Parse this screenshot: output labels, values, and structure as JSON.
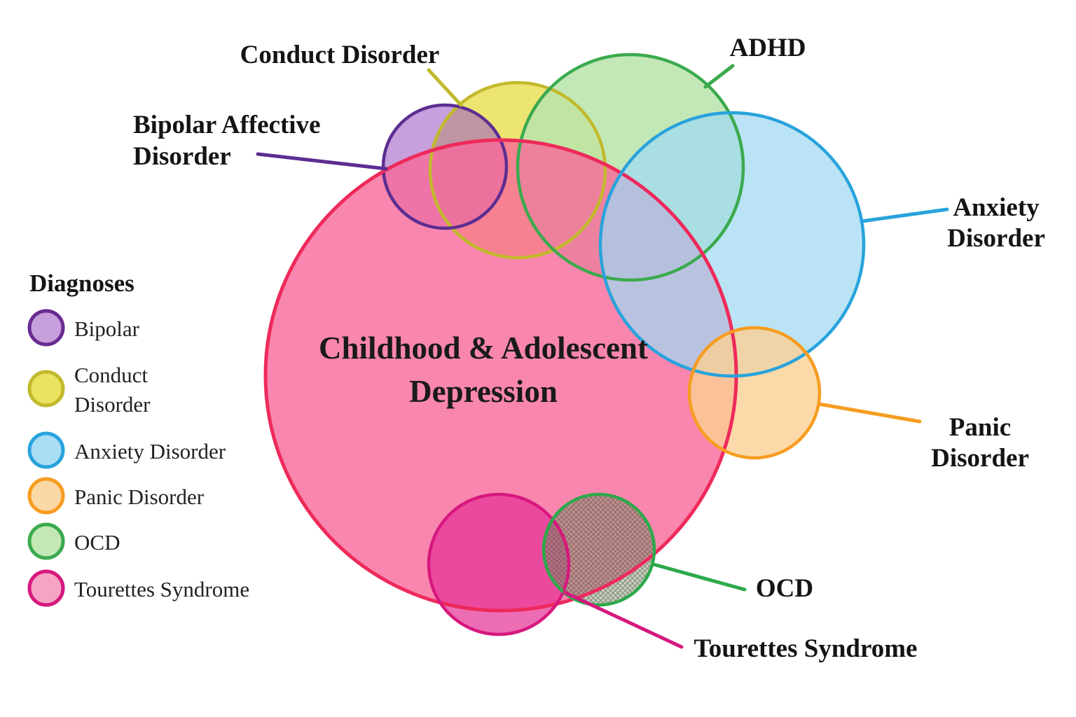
{
  "title": {
    "line1": "Childhood & Adolescent",
    "line2": "Depression"
  },
  "circles": {
    "depression": {
      "name": "Childhood & Adolescent Depression",
      "fill": "#F7689A",
      "stroke": "#EE2A5B"
    },
    "bipolar": {
      "name": "Bipolar Affective Disorder",
      "fill": "#A05FC4",
      "stroke": "#5C2D91"
    },
    "conduct": {
      "name": "Conduct Disorder",
      "fill": "#E8DF4E",
      "stroke": "#C2B92C"
    },
    "adhd": {
      "name": "ADHD",
      "fill": "#B9E4AC",
      "stroke": "#3BAA4E"
    },
    "anxiety": {
      "name": "Anxiety Disorder",
      "fill": "#9FD9F2",
      "stroke": "#28A3DC"
    },
    "panic": {
      "name": "Panic Disorder",
      "fill": "#FBCF93",
      "stroke": "#F79C20"
    },
    "tourettes": {
      "name": "Tourettes Syndrome",
      "fill": "#E62F96",
      "stroke": "#D6187E"
    },
    "ocd": {
      "name": "OCD",
      "fill": "#8A9478",
      "stroke": "#2DA94A"
    }
  },
  "callouts": {
    "conduct": "Conduct Disorder",
    "adhd": "ADHD",
    "bipolar_line1": "Bipolar Affective",
    "bipolar_line2": "Disorder",
    "anxiety_line1": "Anxiety",
    "anxiety_line2": "Disorder",
    "panic_line1": "Panic",
    "panic_line2": "Disorder",
    "ocd": "OCD",
    "tourettes": "Tourettes Syndrome"
  },
  "legend": {
    "title": "Diagnoses",
    "items": [
      {
        "label": "Bipolar",
        "fill": "#C69FDC",
        "stroke": "#6A2C91"
      },
      {
        "line1": "Conduct",
        "line2": "Disorder",
        "fill": "#EBE360",
        "stroke": "#C2B92C"
      },
      {
        "label": "Anxiety Disorder",
        "fill": "#A8DDF4",
        "stroke": "#28A3DC"
      },
      {
        "label": "Panic Disorder",
        "fill": "#FBD9A6",
        "stroke": "#F79C20"
      },
      {
        "label": "OCD",
        "fill": "#C3E8B5",
        "stroke": "#3BAA4E"
      },
      {
        "label": "Tourettes Syndrome",
        "fill": "#F7A3C5",
        "stroke": "#D6187E"
      }
    ]
  }
}
